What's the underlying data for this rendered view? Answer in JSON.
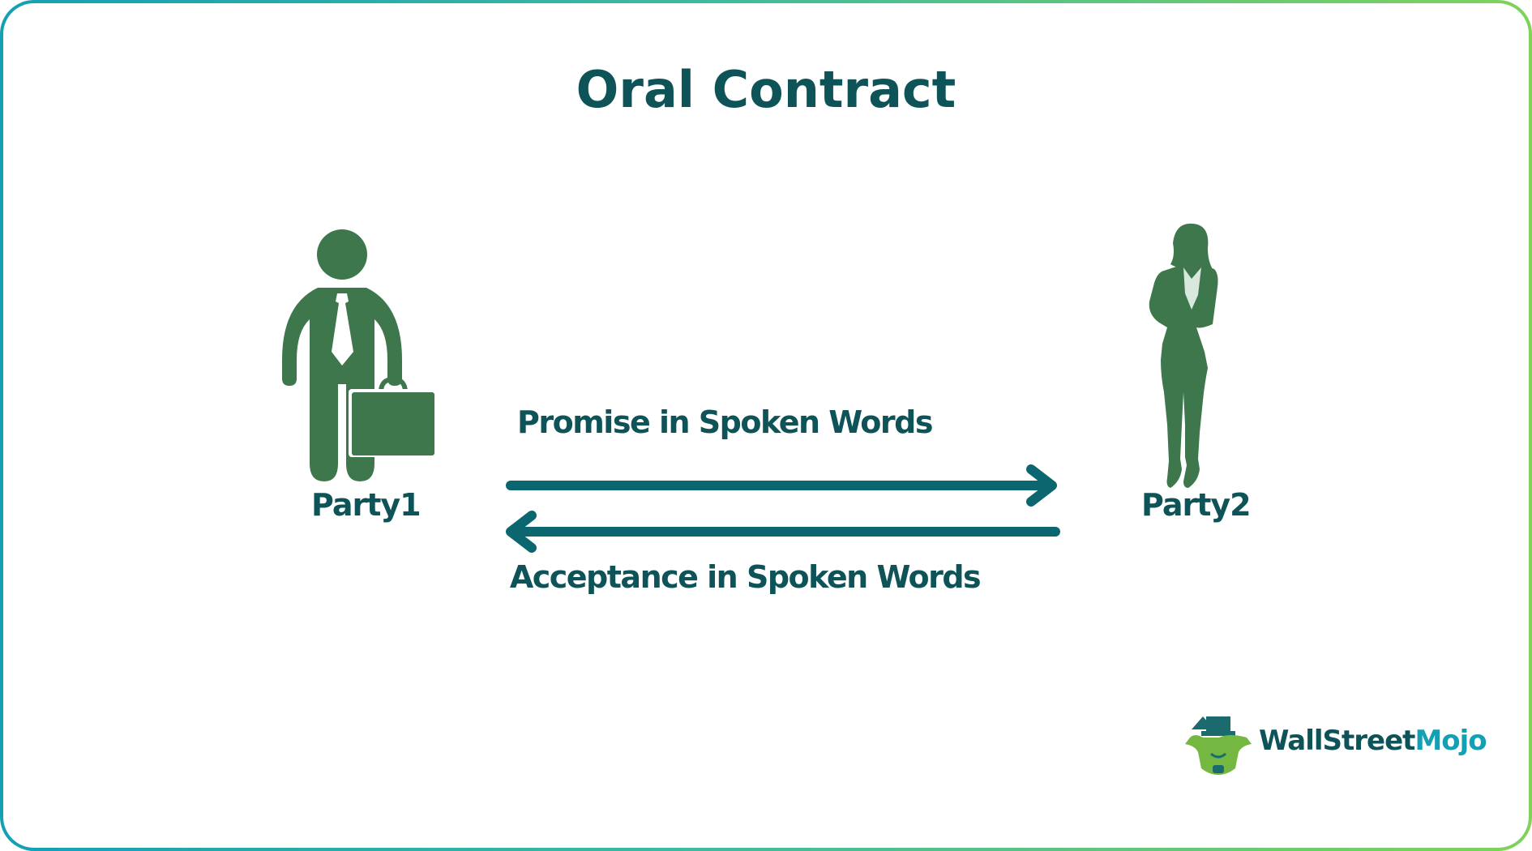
{
  "title": "Oral Contract",
  "parties": {
    "party1": "Party1",
    "party2": "Party2"
  },
  "arrows": {
    "promise": "Promise in Spoken Words",
    "acceptance": "Acceptance in Spoken Words"
  },
  "logo": {
    "part1": "WallStreet",
    "part2": "Mojo"
  },
  "colors": {
    "text": "#0e5358",
    "figure": "#3e774c",
    "arrow": "#0b6670",
    "border_start": "#14a0b4",
    "border_end": "#7fd35a"
  },
  "icons": [
    "businessman-icon",
    "businesswoman-icon",
    "wallstreetmojo-logo-icon"
  ]
}
